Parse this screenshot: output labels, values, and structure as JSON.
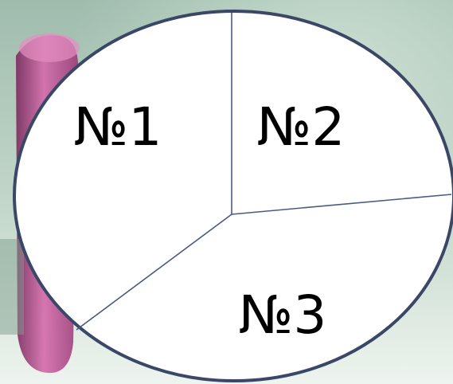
{
  "diagram": {
    "sectors": [
      {
        "label": "№1"
      },
      {
        "label": "№2"
      },
      {
        "label": "№3"
      }
    ]
  },
  "colors": {
    "background_top": "#9cbca9",
    "background_bottom": "#e9f2ec",
    "pen_pink": "#c95a9e",
    "pen_pink_dark": "#8a2d69",
    "ellipse_fill": "#ffffff",
    "ellipse_stroke": "#3b4767",
    "divider_stroke": "#4a5a80"
  }
}
